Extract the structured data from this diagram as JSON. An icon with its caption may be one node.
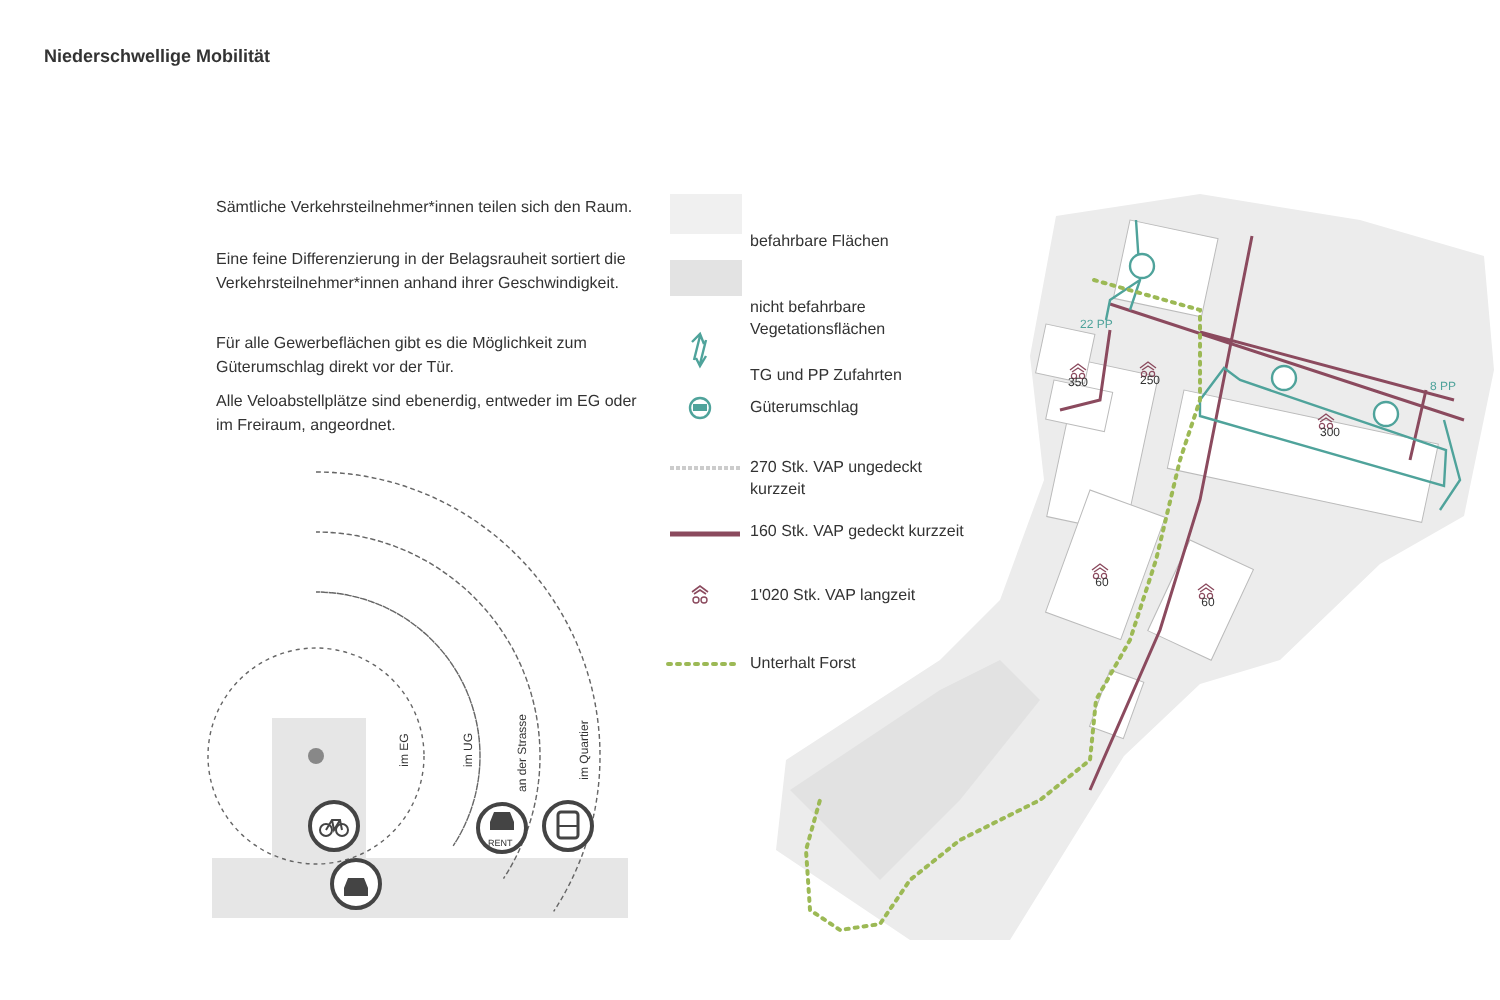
{
  "diagram": {
    "title": "Niederschwellige Mobilität",
    "labels": [
      "Sämtliche Verkehrsteilnehmer*innen teilen sich den Raum.",
      "Eine feine Differenzierung in der Belagsrauheit sortiert die Verkehrsteilnehmer*innen anhand ihrer Geschwindigkeit.",
      "Für alle Gewerbeflächen gibt es die Möglichkeit zum Güterumschlag direkt vor der Tür.",
      "Alle Veloabstellplätze sind ebenerdig, entweder im EG oder im Freiraum, angeordnet.",
      "im EG",
      "im UG",
      "an der Strasse",
      "im Quartier",
      "RENT",
      "22 PP",
      "8 PP",
      "350",
      "250",
      "300",
      "60",
      "60"
    ],
    "legend": [
      {
        "text": "befahrbare Flächen",
        "color": "#f0f0f0"
      },
      {
        "text": "nicht befahrbare Vegetationsflächen",
        "color": "#e3e3e3"
      },
      {
        "text": "TG und PP Zufahrten"
      },
      {
        "text": "Güterumschlag"
      },
      {
        "text": "270 Stk. VAP ungedeckt kurzzeit"
      },
      {
        "text": "160 Stk. VAP gedeckt kurzzeit"
      },
      {
        "text": "1'020 Stk. VAP langzeit"
      },
      {
        "text": "Unterhalt Forst"
      }
    ]
  }
}
